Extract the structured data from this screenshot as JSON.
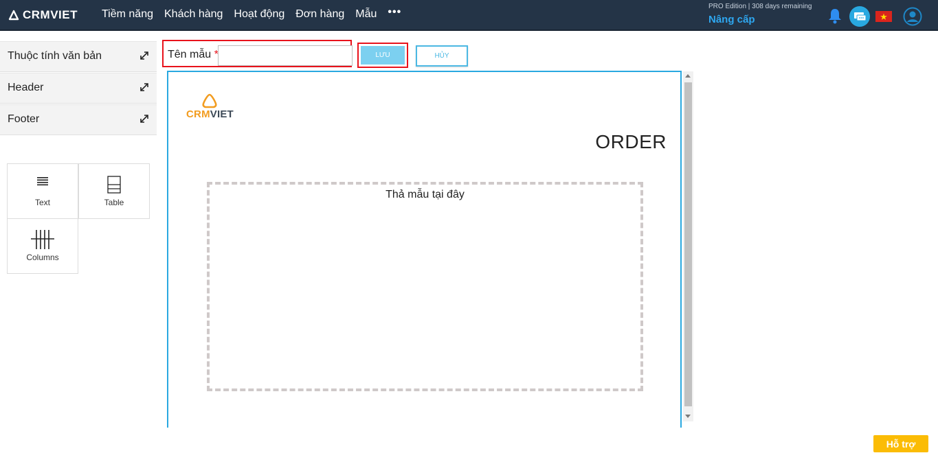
{
  "brand": {
    "name": "CRMVIET"
  },
  "nav": {
    "items": [
      {
        "label": "Tiềm năng"
      },
      {
        "label": "Khách hàng"
      },
      {
        "label": "Hoạt động"
      },
      {
        "label": "Đơn hàng"
      },
      {
        "label": "Mẫu"
      }
    ],
    "more_label": "•••"
  },
  "account": {
    "edition": "PRO Edition | 308 days remaining",
    "upgrade_label": "Nâng cấp"
  },
  "icons": {
    "bell": "bell-icon",
    "chat": "chat-icon",
    "flag": "vietnam-flag-icon",
    "avatar": "user-avatar-icon",
    "expand": "expand-arrows-icon"
  },
  "sidebar": {
    "sections": [
      {
        "label": "Thuộc tính văn bản"
      },
      {
        "label": "Header"
      },
      {
        "label": "Footer"
      }
    ],
    "tools": [
      {
        "label": "Text",
        "icon": "text-lines-icon"
      },
      {
        "label": "Table",
        "icon": "table-icon"
      },
      {
        "label": "Columns",
        "icon": "columns-icon"
      }
    ]
  },
  "form": {
    "name_label": "Tên mẫu",
    "required_mark": "*",
    "name_value": "",
    "save_label": "LƯU",
    "cancel_label": "HỦY"
  },
  "canvas": {
    "logo_crm": "CRM",
    "logo_viet": "VIET",
    "order_title": "ORDER",
    "dropzone_text": "Thả mẫu tại đây"
  },
  "support": {
    "label": "Hỗ trợ"
  },
  "colors": {
    "navbar": "#243447",
    "accent": "#29a8e0",
    "highlight_border": "#e8121b",
    "save_button": "#7cd0f0",
    "support_button": "#fbbc05",
    "logo_orange": "#f29c1f"
  }
}
